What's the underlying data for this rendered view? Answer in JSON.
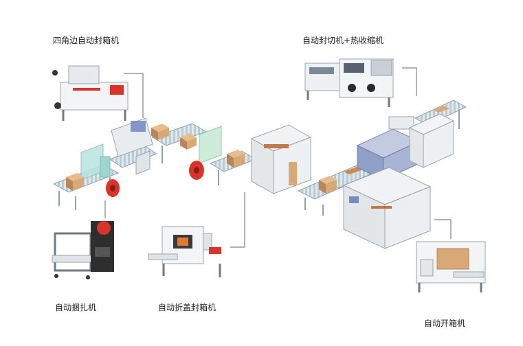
{
  "labels": {
    "four_corner_sealer": "四角边自动封箱机",
    "auto_sealer_shrink": "自动封切机+热收缩机",
    "auto_strapping": "自动捆扎机",
    "auto_fold_sealer": "自动折盖封箱机",
    "auto_erector": "自动开箱机"
  },
  "colors": {
    "machine_body": "#e9ecef",
    "machine_edge": "#9aa3ab",
    "roller": "#c7d7df",
    "roller_frame": "#8fa0aa",
    "guard_teal": "#b8e4df",
    "box": "#d9a877",
    "box_dark": "#b9865a",
    "strap_red": "#d8342a",
    "shrink_blue": "#8f9fc6",
    "panel_blue": "#5a74b8",
    "callout": "#666666"
  }
}
